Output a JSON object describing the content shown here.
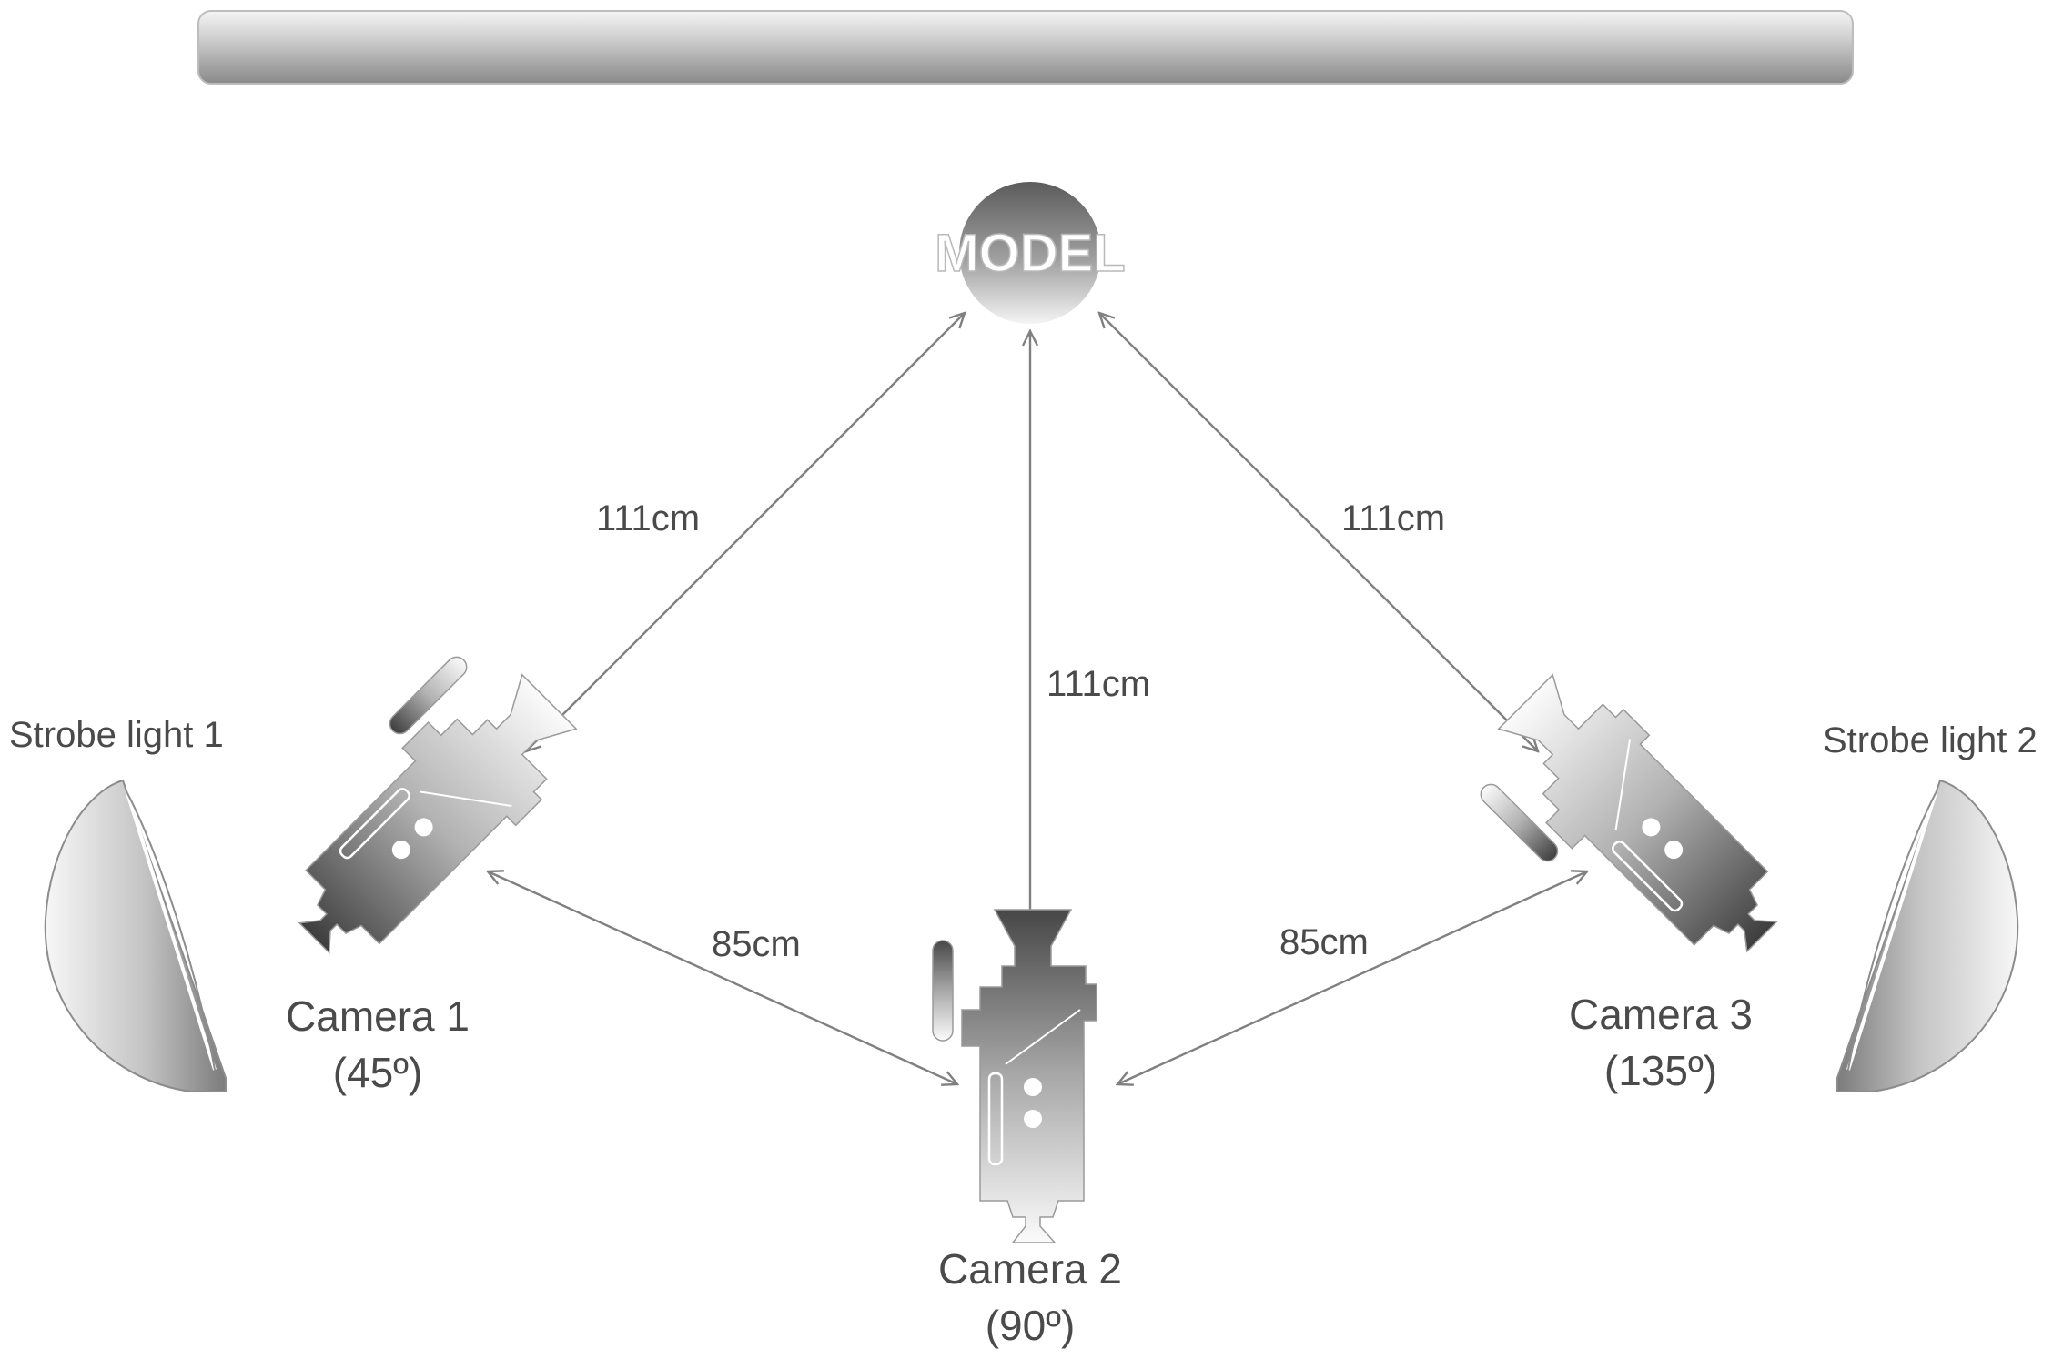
{
  "model": {
    "label": "MODEL"
  },
  "cameras": [
    {
      "name": "Camera 1",
      "angle": "(45º)"
    },
    {
      "name": "Camera 2",
      "angle": "(90º)"
    },
    {
      "name": "Camera 3",
      "angle": "(135º)"
    }
  ],
  "strobes": [
    {
      "name": "Strobe light 1"
    },
    {
      "name": "Strobe light 2"
    }
  ],
  "distances": {
    "model_to_camera1": "111cm",
    "model_to_camera2": "111cm",
    "model_to_camera3": "111cm",
    "camera1_to_camera2": "85cm",
    "camera3_to_camera2": "85cm"
  },
  "colors": {
    "text": "#4a4a4a",
    "lines": "#808080",
    "dark_gray": "#3c3c3c",
    "light_gray": "#f2f2f2"
  }
}
